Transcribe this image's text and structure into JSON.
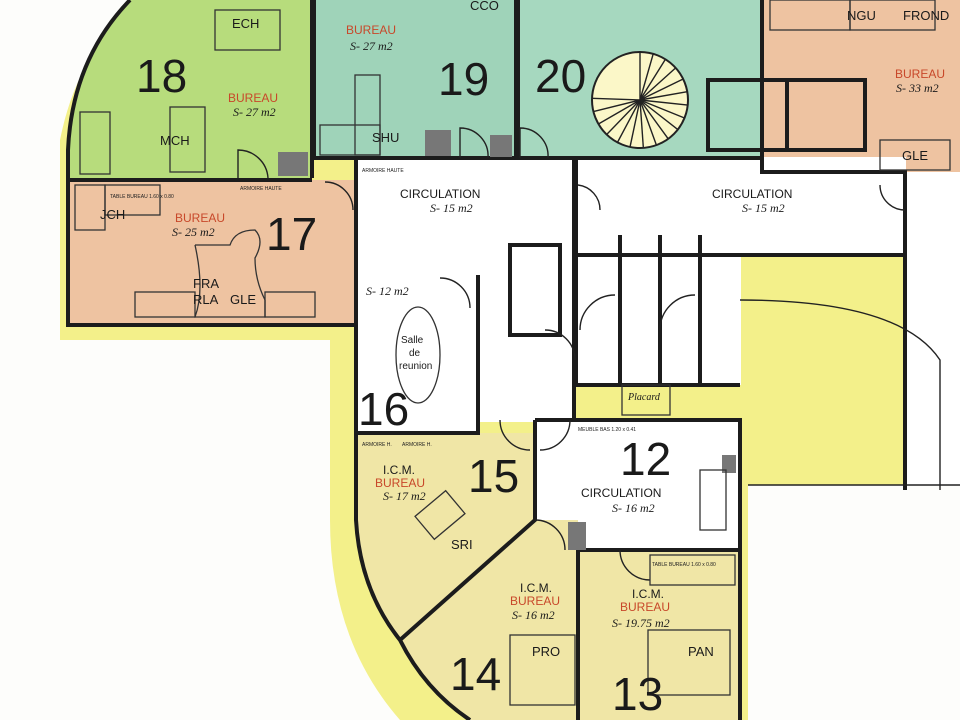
{
  "colors": {
    "halo": "#f3f08a",
    "room_green": "#b7dc7c",
    "room_teal": "#9fd3b9",
    "room_salmon": "#eec3a1",
    "room_yellow": "#f0e6a6",
    "circulation": "#ffffff",
    "label_red": "#c8482a"
  },
  "rooms": {
    "r18": {
      "number": "18",
      "type": "BUREAU",
      "area": "S- 27 m2",
      "occupants": [
        "ECH",
        "MCH"
      ]
    },
    "r19": {
      "number": "19",
      "type": "BUREAU",
      "area": "S- 27 m2",
      "occupants": [
        "CCO",
        "SHU"
      ]
    },
    "r20": {
      "number": "20"
    },
    "rNE": {
      "type": "BUREAU",
      "area": "S- 33 m2",
      "occupants": [
        "NGU",
        "FROND",
        "GLE"
      ]
    },
    "r17": {
      "number": "17",
      "type": "BUREAU",
      "area": "S- 25 m2",
      "occupants": [
        "JCH",
        "FRA",
        "RLA",
        "GLE"
      ]
    },
    "circ_a": {
      "type": "CIRCULATION",
      "area": "S- 15 m2"
    },
    "circ_b": {
      "type": "CIRCULATION",
      "area": "S- 15 m2"
    },
    "r16": {
      "number": "16",
      "area": "S- 12 m2",
      "table_label": [
        "Salle",
        "de",
        "reunion"
      ]
    },
    "placard": {
      "type": "Placard"
    },
    "r15": {
      "number": "15",
      "org": "I.C.M.",
      "type": "BUREAU",
      "area": "S- 17 m2",
      "occupants": [
        "SRI"
      ]
    },
    "r12": {
      "number": "12",
      "type": "CIRCULATION",
      "area": "S- 16 m2",
      "furniture": "MEUBLE BAS 1.20 x 0.41"
    },
    "r14": {
      "number": "14",
      "org": "I.C.M.",
      "type": "BUREAU",
      "area": "S- 16 m2",
      "occupants": [
        "PRO"
      ]
    },
    "r13": {
      "number": "13",
      "org": "I.C.M.",
      "type": "BUREAU",
      "area": "S- 19.75 m2",
      "occupants": [
        "PAN"
      ],
      "furniture": "TABLE BUREAU 1.60 x 0.80"
    }
  },
  "furniture_labels": {
    "cabinet": "ARMOIRE H.",
    "cabinet_high": "ARMOIRE HAUTE",
    "table": "TABLE BUREAU 1.60 x 0.80"
  }
}
